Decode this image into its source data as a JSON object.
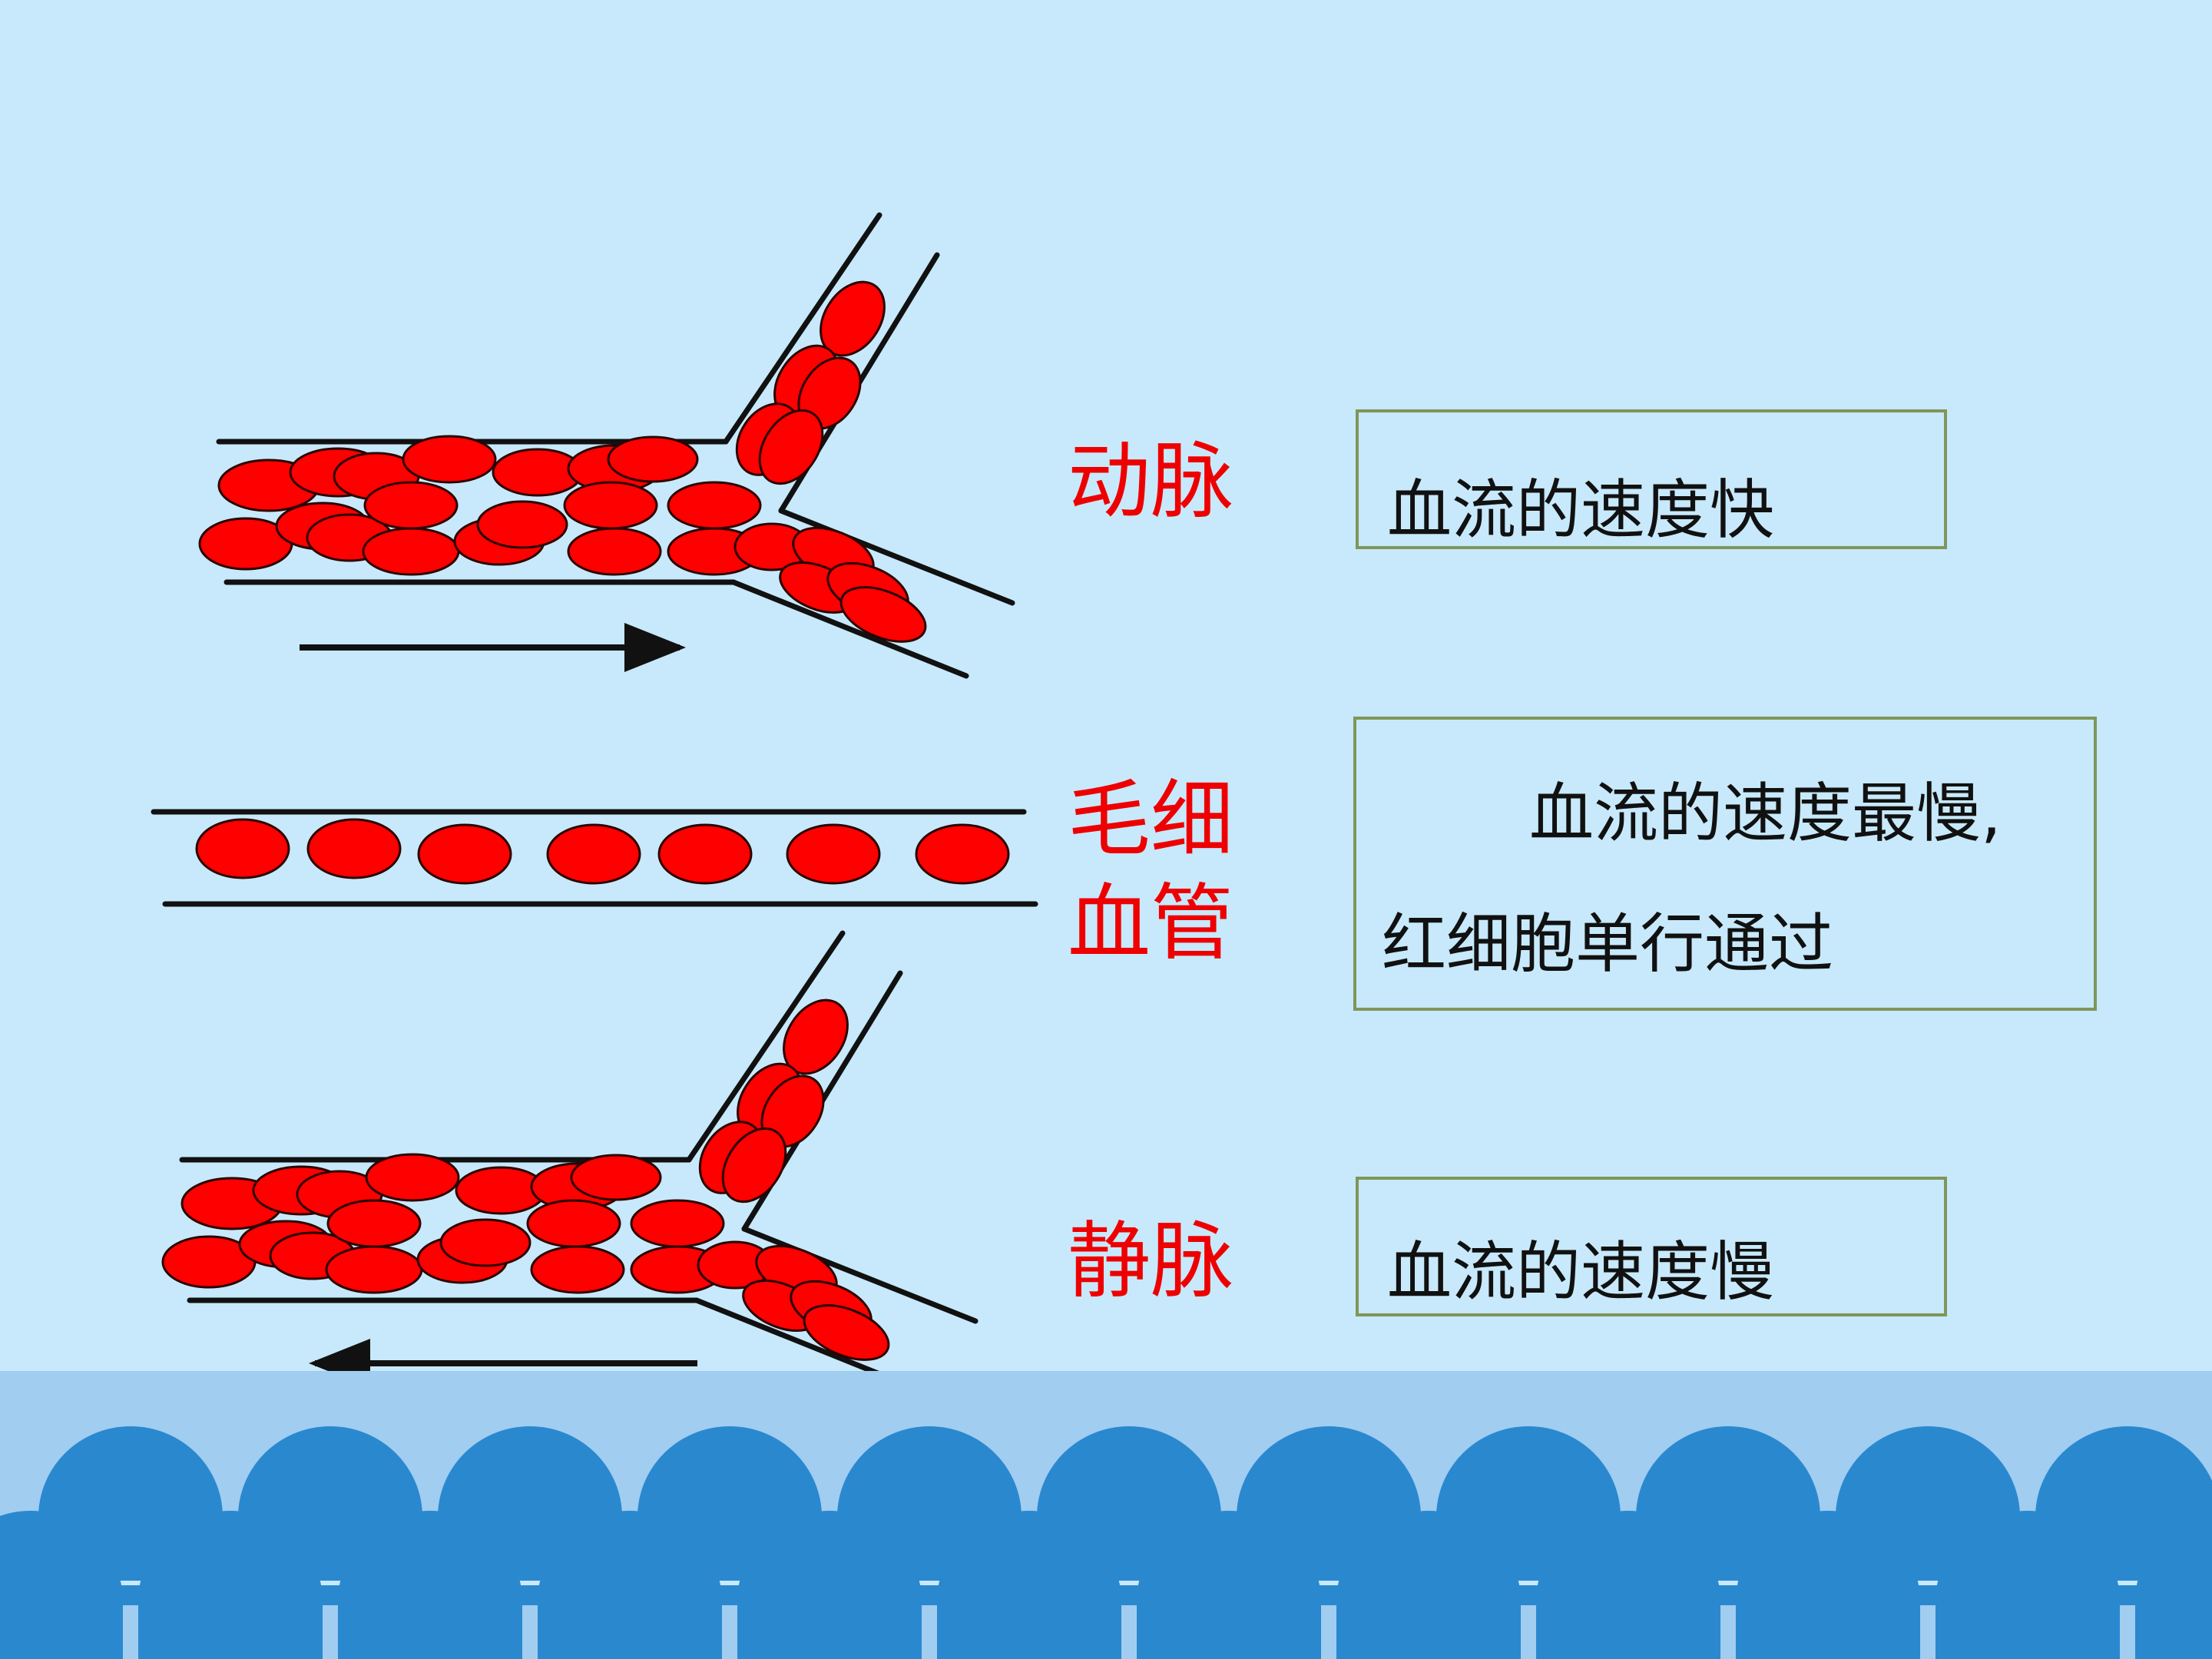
{
  "labels": {
    "artery": "动脉",
    "capillary_line1": "毛细",
    "capillary_line2": "血管",
    "vein": "静脉"
  },
  "descriptions": {
    "artery": "血流的速度快",
    "capillary_line1": "血流的速度最慢,",
    "capillary_line2": "红细胞单行通过",
    "vein": "血流的速度慢"
  },
  "colors": {
    "background": "#c7e9fb",
    "label": "#ee0000",
    "blood_cell": "#ff0000",
    "box_border": "#7f9659",
    "sea_band": "#a0cdf0",
    "wave": "#2a88cf"
  },
  "flow_direction": {
    "artery": "right",
    "vein": "left"
  }
}
